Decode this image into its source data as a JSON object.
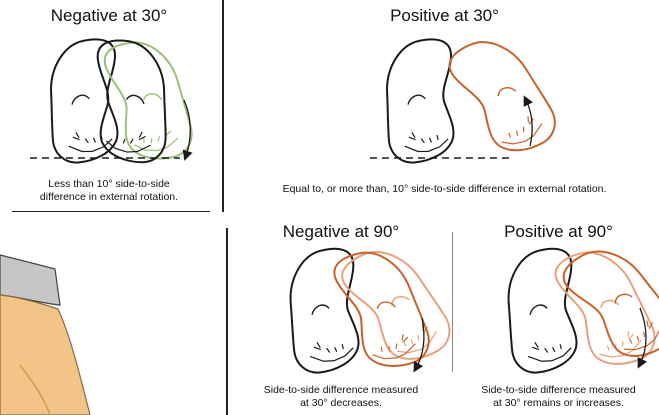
{
  "colors": {
    "outline": "#1a1a1a",
    "rotated_foot": "#c8612a",
    "ghost_foot": "#9cbf7a",
    "ghost_orange": "#e6a27d",
    "skin": "#f3c487",
    "sleeve": "#c6c6c6"
  },
  "panels": {
    "neg30": {
      "title": "Negative at 30°",
      "caption_line1": "Less than 10° side-to-side",
      "caption_line2": "difference in external rotation."
    },
    "pos30": {
      "title": "Positive at 30°",
      "caption": "Equal to, or more than, 10° side-to-side difference in external rotation."
    },
    "neg90": {
      "title": "Negative at 90°",
      "caption_line1": "Side-to-side difference measured",
      "caption_line2": "at 30° decreases."
    },
    "pos90": {
      "title": "Positive at 90°",
      "caption_line1": "Side-to-side difference measured",
      "caption_line2": "at 30° remains or increases."
    }
  },
  "icons": {
    "foot": "foot-sole-outline",
    "arrow": "rotation-arrow",
    "leg": "patient-leg-illustration"
  }
}
